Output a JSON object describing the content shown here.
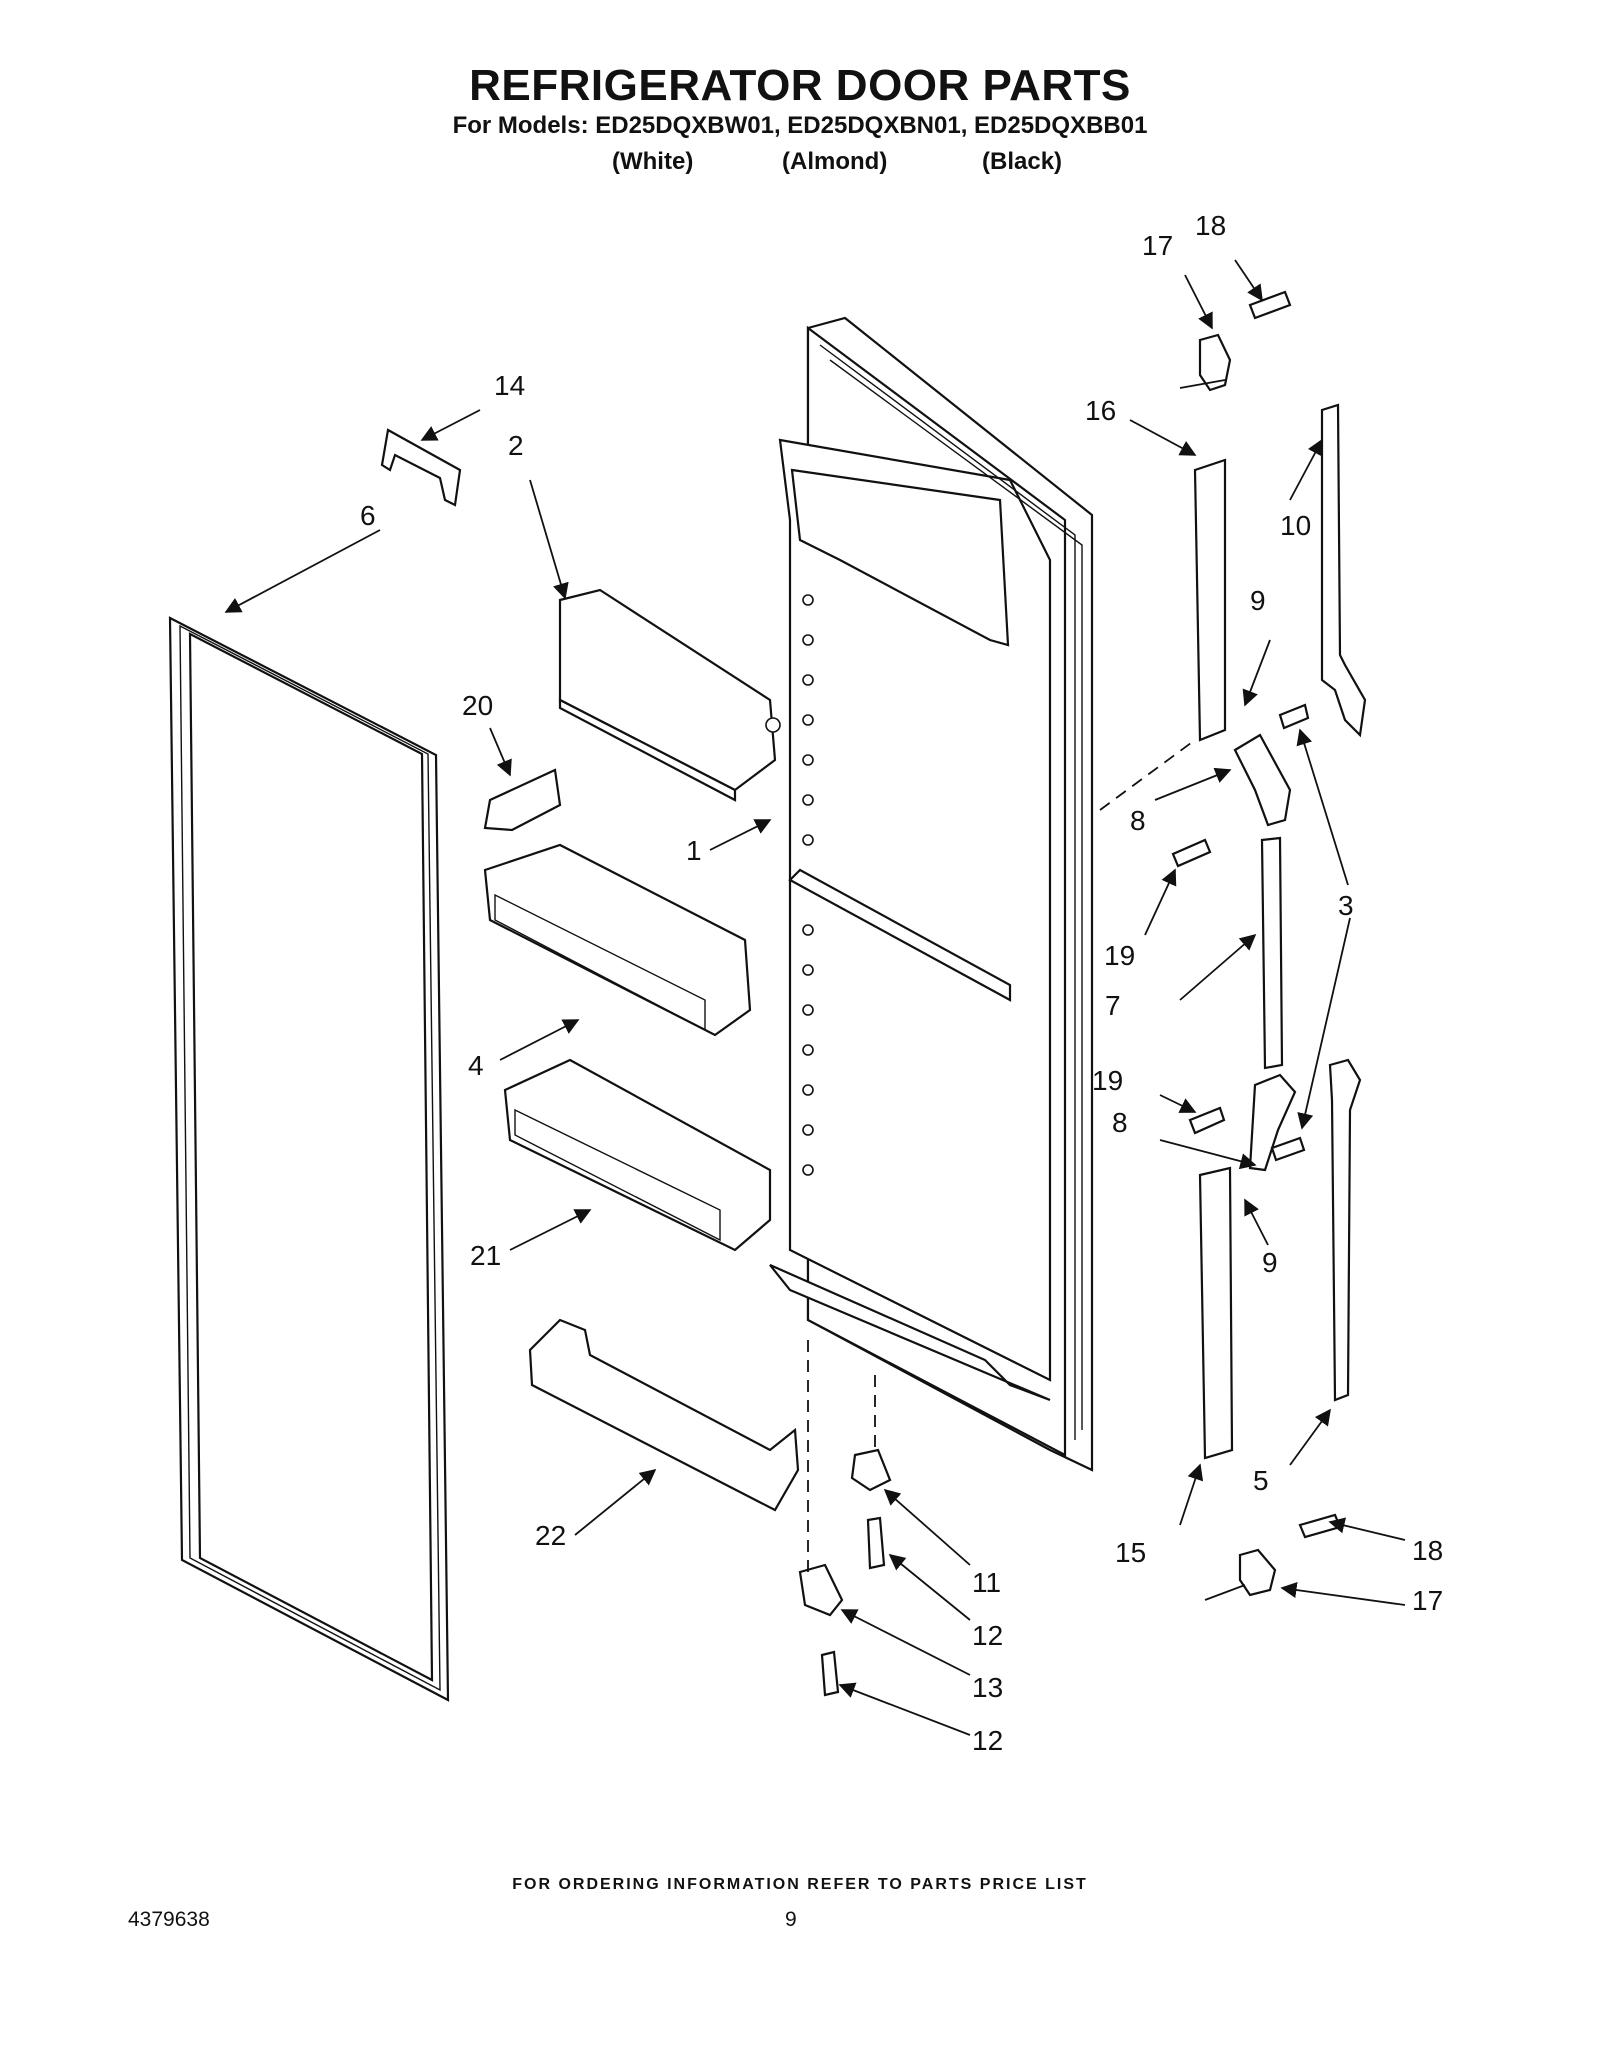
{
  "header": {
    "title": "REFRIGERATOR DOOR PARTS",
    "models_line": "For Models: ED25DQXBW01, ED25DQXBN01, ED25DQXBB01",
    "colors": [
      "(White)",
      "(Almond)",
      "(Black)"
    ]
  },
  "callouts": {
    "c1": "1",
    "c2": "2",
    "c3": "3",
    "c4": "4",
    "c5": "5",
    "c6": "6",
    "c7": "7",
    "c8a": "8",
    "c8b": "8",
    "c9a": "9",
    "c9b": "9",
    "c10": "10",
    "c11": "11",
    "c12a": "12",
    "c12b": "12",
    "c13": "13",
    "c14": "14",
    "c15": "15",
    "c16": "16",
    "c17a": "17",
    "c17b": "17",
    "c18a": "18",
    "c18b": "18",
    "c19a": "19",
    "c19b": "19",
    "c20": "20",
    "c21": "21",
    "c22": "22"
  },
  "footer": {
    "note": "FOR ORDERING INFORMATION REFER TO PARTS PRICE LIST",
    "doc_number": "4379638",
    "page_number": "9"
  }
}
